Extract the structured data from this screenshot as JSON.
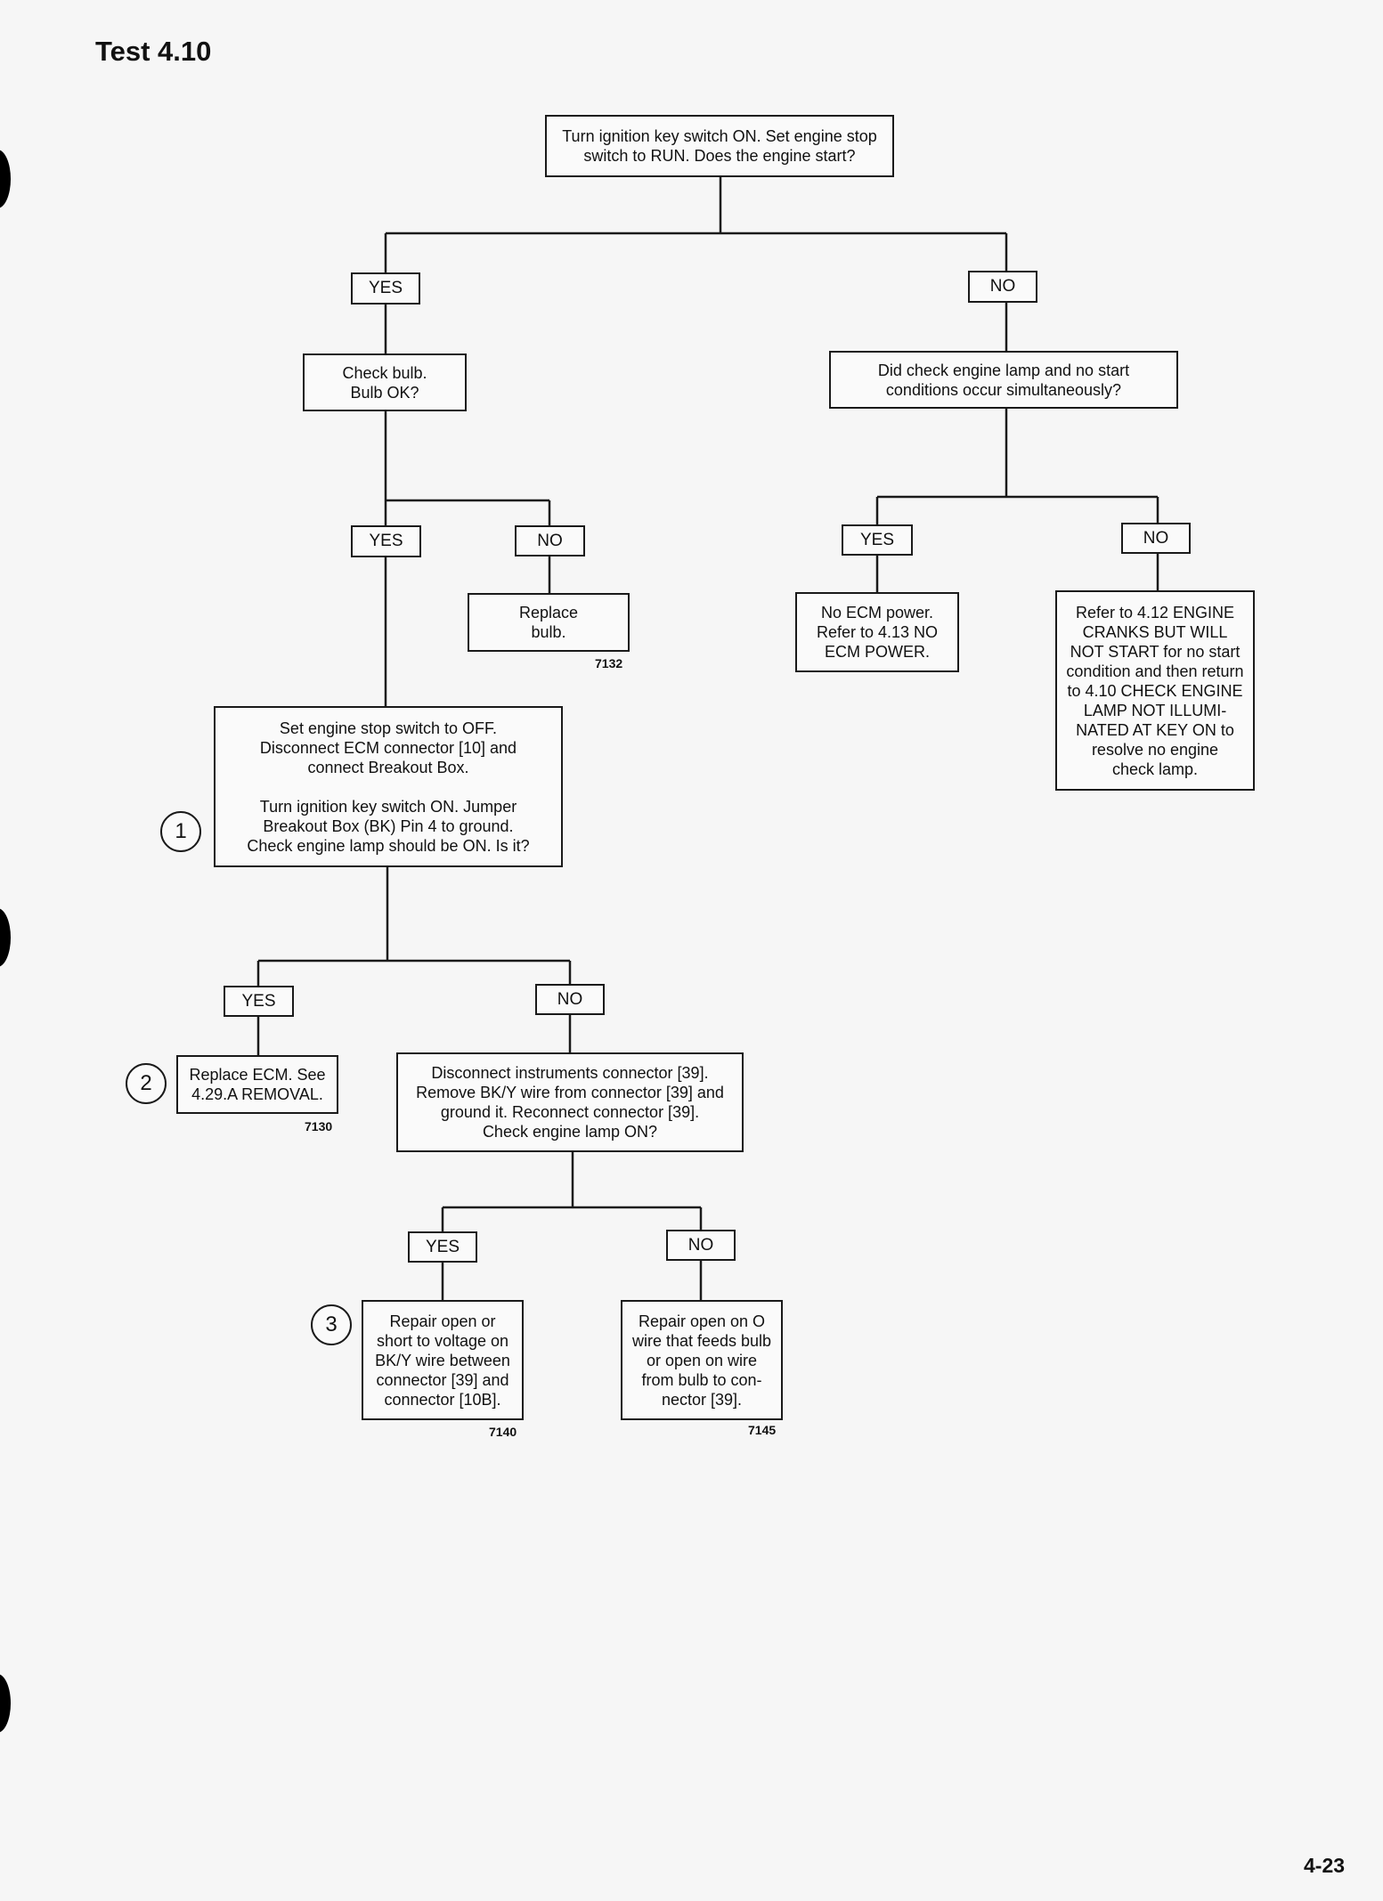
{
  "header": {
    "title": "Test 4.10",
    "page_number": "4-23"
  },
  "flowchart": {
    "start": "Turn ignition key switch ON. Set engine stop\nswitch to RUN. Does the engine start?",
    "yes_1": "YES",
    "no_1": "NO",
    "check_bulb": "Check bulb.\nBulb OK?",
    "yes_2": "YES",
    "no_2": "NO",
    "replace_bulb": "Replace\nbulb.",
    "fig_replace_bulb": "7132",
    "simultaneous": "Did check engine lamp and no start\nconditions occur simultaneously?",
    "yes_3": "YES",
    "no_3": "NO",
    "no_ecm_power": "No ECM power.\nRefer to 4.13 NO\nECM POWER.",
    "refer_4_12": "Refer to 4.12 ENGINE\nCRANKS BUT WILL\nNOT START for no start\ncondition and then return\nto 4.10 CHECK ENGINE\nLAMP NOT ILLUMI-\nNATED AT KEY ON to\nresolve no engine\ncheck lamp.",
    "step1": "Set engine stop switch to OFF.\nDisconnect ECM connector [10] and\nconnect Breakout Box.\n\nTurn ignition key switch ON. Jumper\nBreakout Box (BK) Pin 4 to ground.\nCheck engine lamp should be ON. Is it?",
    "step1_marker": "1",
    "yes_4": "YES",
    "no_4": "NO",
    "replace_ecm": "Replace ECM. See\n4.29.A REMOVAL.",
    "replace_ecm_marker": "2",
    "fig_replace_ecm": "7130",
    "disconnect_instruments": "Disconnect instruments connector [39].\nRemove BK/Y wire from connector [39] and\nground it. Reconnect connector [39].\nCheck engine lamp ON?",
    "yes_5": "YES",
    "no_5": "NO",
    "repair_bky": "Repair open or\nshort to voltage on\nBK/Y wire between\nconnector [39] and\nconnector [10B].",
    "repair_bky_marker": "3",
    "fig_repair_bky": "7140",
    "repair_o": "Repair open on O\nwire that feeds bulb\nor open on wire\nfrom bulb to con-\nnector [39].",
    "fig_repair_o": "7145"
  }
}
